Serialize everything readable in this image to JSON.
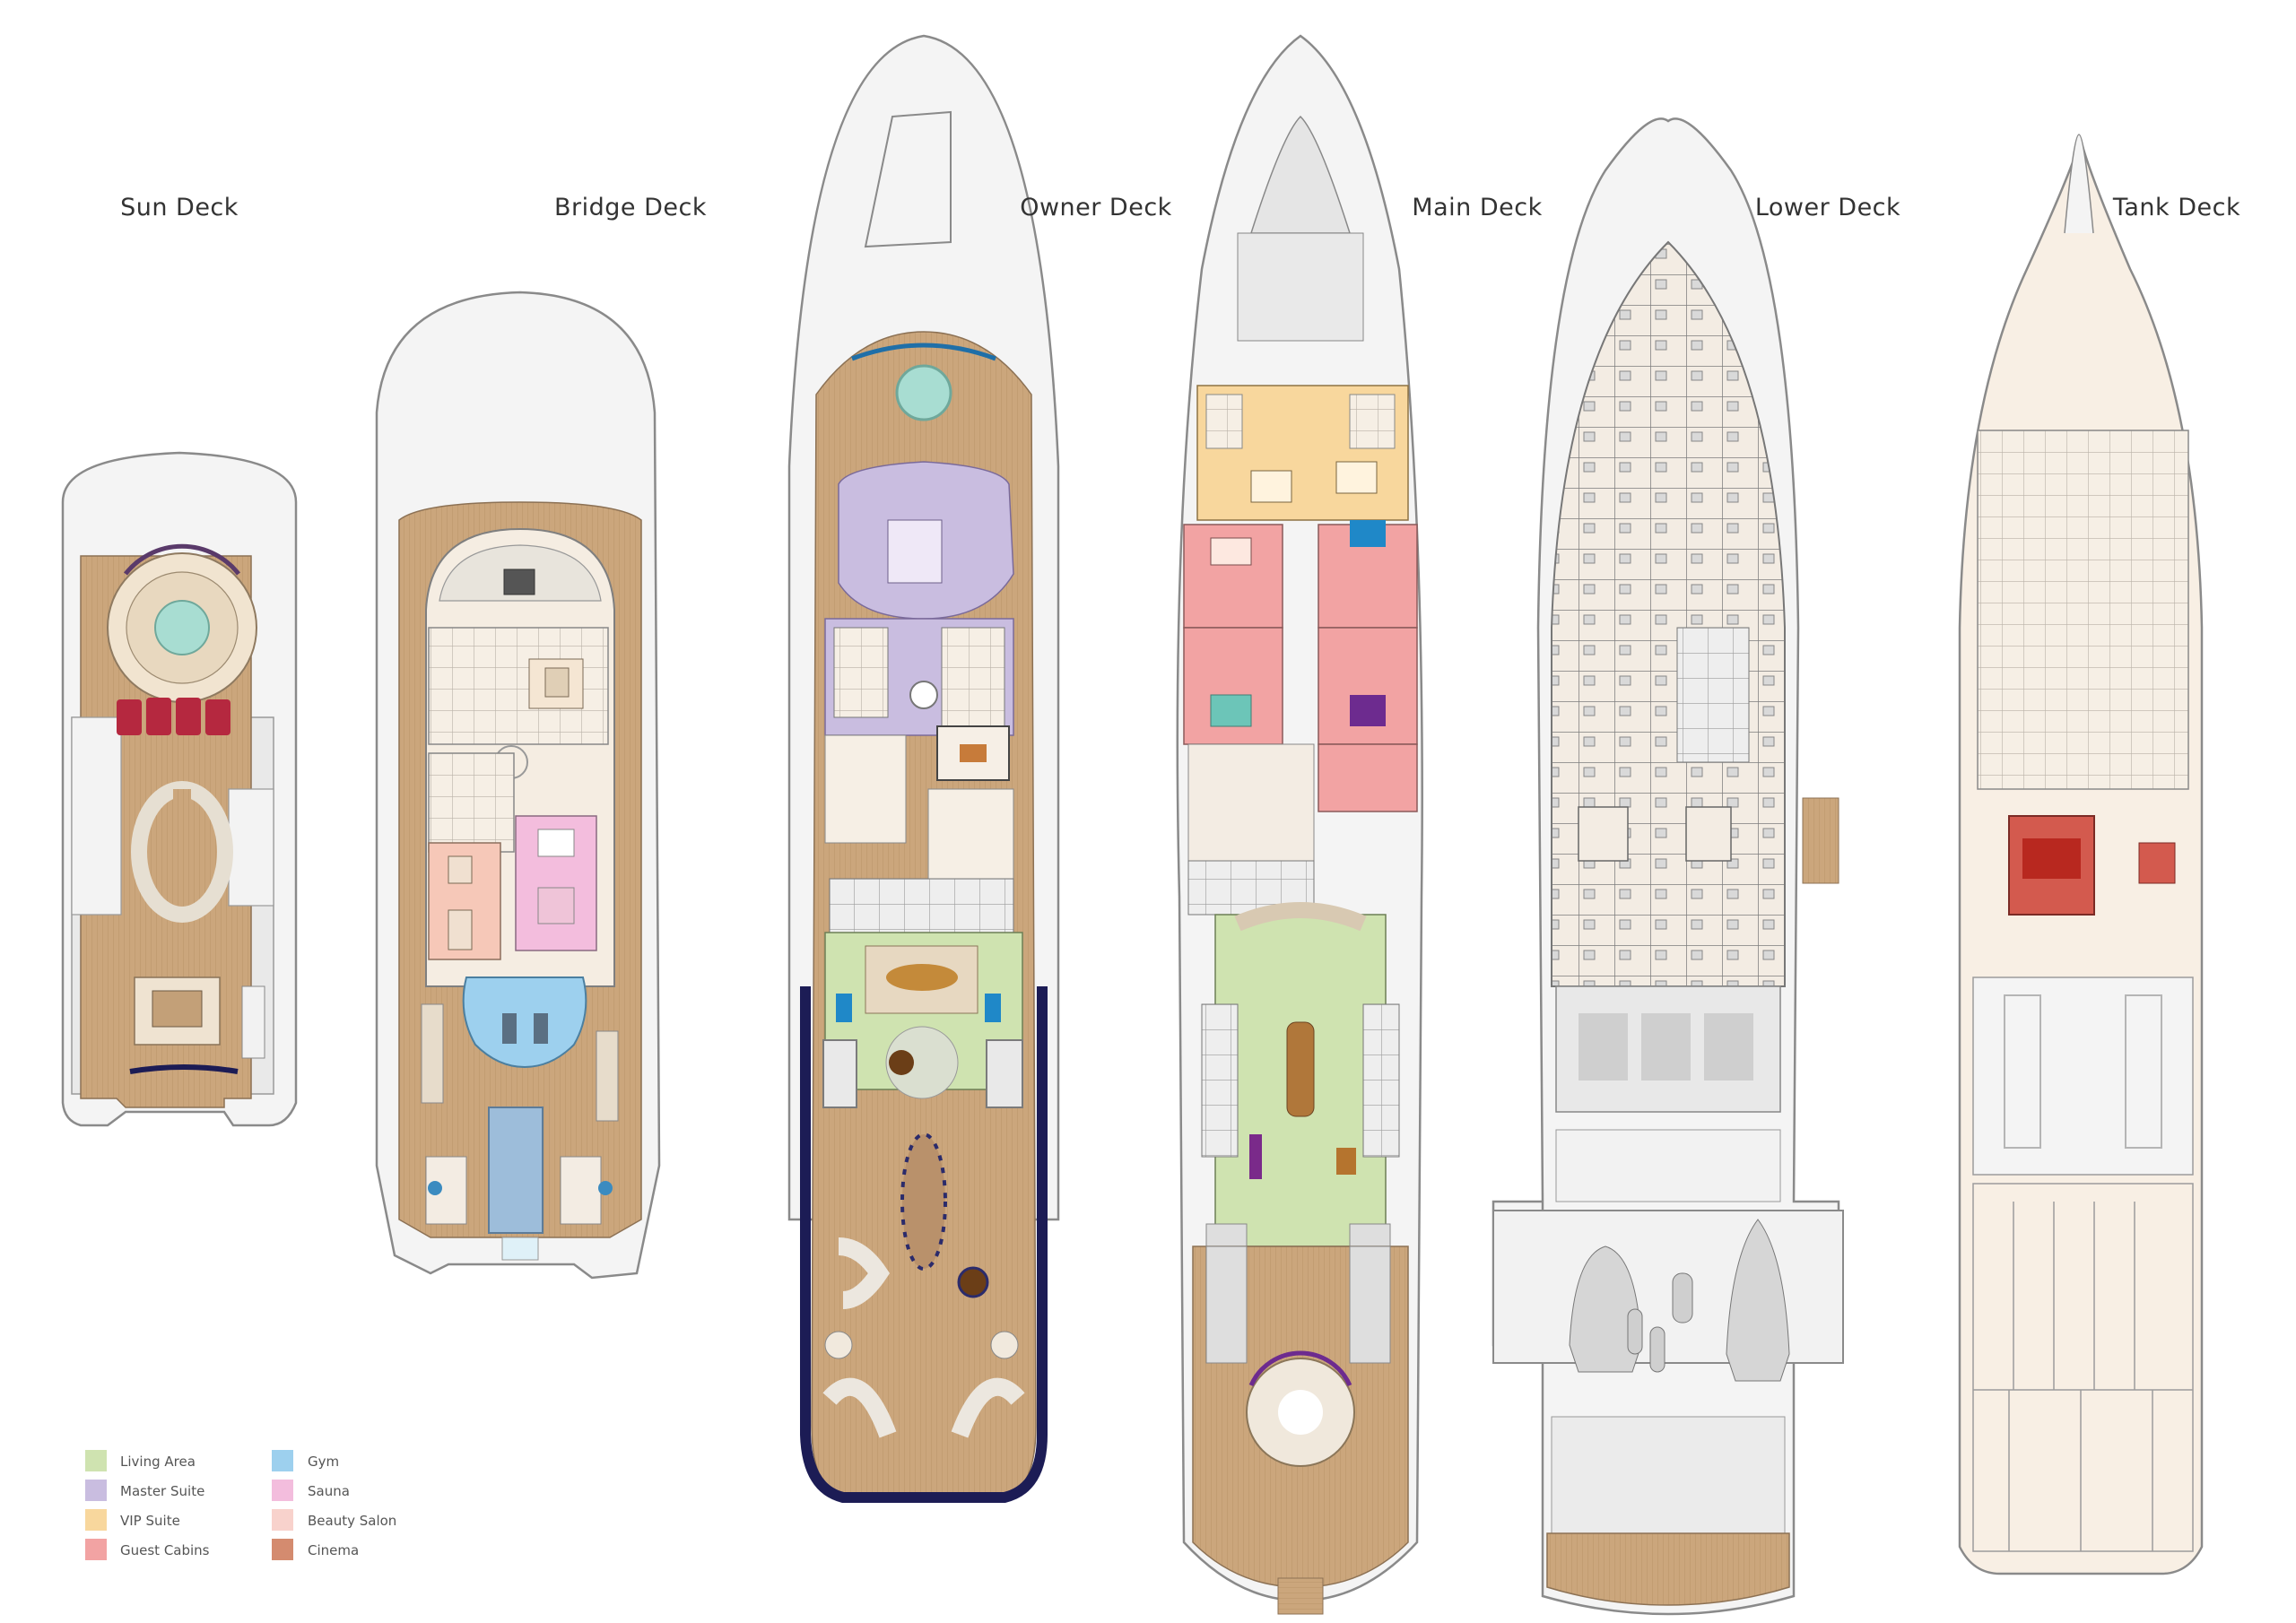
{
  "decks": [
    {
      "id": "sun",
      "title": "Sun Deck"
    },
    {
      "id": "bridge",
      "title": "Bridge Deck"
    },
    {
      "id": "owner",
      "title": "Owner Deck"
    },
    {
      "id": "main",
      "title": "Main Deck"
    },
    {
      "id": "lower",
      "title": "Lower Deck"
    },
    {
      "id": "tank",
      "title": "Tank Deck"
    }
  ],
  "legend": [
    {
      "label": "Living Area",
      "color": "#cfe3b0"
    },
    {
      "label": "Master Suite",
      "color": "#c9bde0"
    },
    {
      "label": "VIP Suite",
      "color": "#f8d79d"
    },
    {
      "label": "Guest Cabins",
      "color": "#f2a3a3"
    },
    {
      "label": "Gym",
      "color": "#9dd0ee"
    },
    {
      "label": "Sauna",
      "color": "#f3bddd"
    },
    {
      "label": "Beauty Salon",
      "color": "#f8d2cc"
    },
    {
      "label": "Cinema",
      "color": "#d48b6f"
    }
  ],
  "colors": {
    "teak": "#c9a57b",
    "hull_fill": "#f4f4f4",
    "hull_stroke": "#8a8a8a",
    "interior": "#f5ece0",
    "navy": "#1c1c55",
    "pool": "#a8ddd2",
    "tender": "#d6d6d6"
  }
}
